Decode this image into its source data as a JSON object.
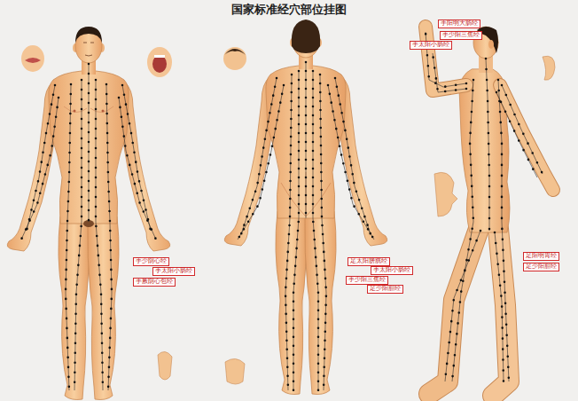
{
  "diagram": {
    "title": "国家标准经穴部位挂图",
    "nodes": [
      {
        "text": [
          "手少阴心经"
        ]
      },
      {
        "text": [
          "手太阳小肠经"
        ]
      },
      {
        "text": [
          "手厥阴心包经"
        ]
      },
      {
        "text": [
          "足太阳膀胱经"
        ]
      },
      {
        "text": [
          "手太阳小肠经"
        ]
      },
      {
        "text": [
          "手少阳三焦经"
        ]
      },
      {
        "text": [
          "足少阳胆经"
        ]
      },
      {
        "text": [
          "手阳明大肠经"
        ]
      },
      {
        "text": [
          "手少阳三焦经"
        ]
      },
      {
        "text": [
          "手太阳小肠经"
        ]
      },
      {
        "text": [
          "足阳明胃经"
        ]
      },
      {
        "text": [
          "足少阳胆经"
        ]
      }
    ]
  }
}
